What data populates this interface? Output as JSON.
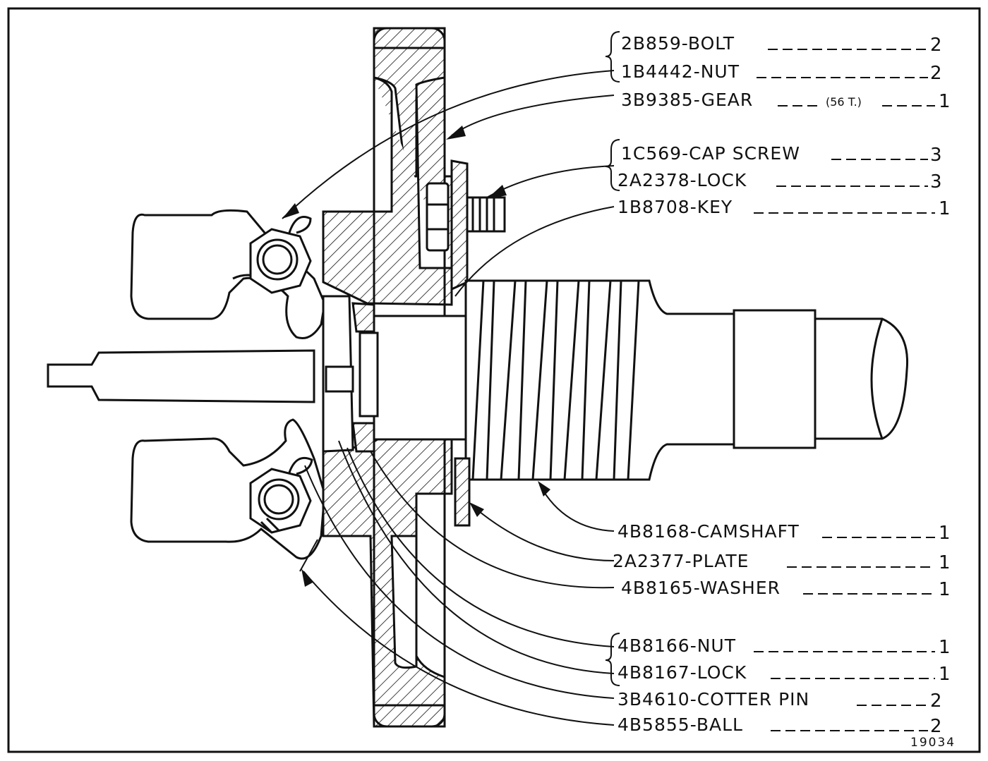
{
  "figure_number": "19034",
  "parts": [
    {
      "id": "bolt",
      "part_no": "2B859",
      "name": "BOLT",
      "qty": "2"
    },
    {
      "id": "nut-small",
      "part_no": "1B4442",
      "name": "NUT",
      "qty": "2"
    },
    {
      "id": "gear",
      "part_no": "3B9385",
      "name": "GEAR",
      "note": "(56 T.)",
      "qty": "1"
    },
    {
      "id": "cap-screw",
      "part_no": "1C569",
      "name": "CAP SCREW",
      "qty": "3"
    },
    {
      "id": "lock-small",
      "part_no": "2A2378",
      "name": "LOCK",
      "qty": "3"
    },
    {
      "id": "key",
      "part_no": "1B8708",
      "name": "KEY",
      "qty": "1"
    },
    {
      "id": "camshaft",
      "part_no": "4B8168",
      "name": "CAMSHAFT",
      "qty": "1"
    },
    {
      "id": "plate",
      "part_no": "2A2377",
      "name": "PLATE",
      "qty": "1"
    },
    {
      "id": "washer",
      "part_no": "4B8165",
      "name": "WASHER",
      "qty": "1"
    },
    {
      "id": "nut-large",
      "part_no": "4B8166",
      "name": "NUT",
      "qty": "1"
    },
    {
      "id": "lock-large",
      "part_no": "4B8167",
      "name": "LOCK",
      "qty": "1"
    },
    {
      "id": "cotter-pin",
      "part_no": "3B4610",
      "name": "COTTER PIN",
      "qty": "2"
    },
    {
      "id": "ball",
      "part_no": "4B5855",
      "name": "BALL",
      "qty": "2"
    }
  ]
}
